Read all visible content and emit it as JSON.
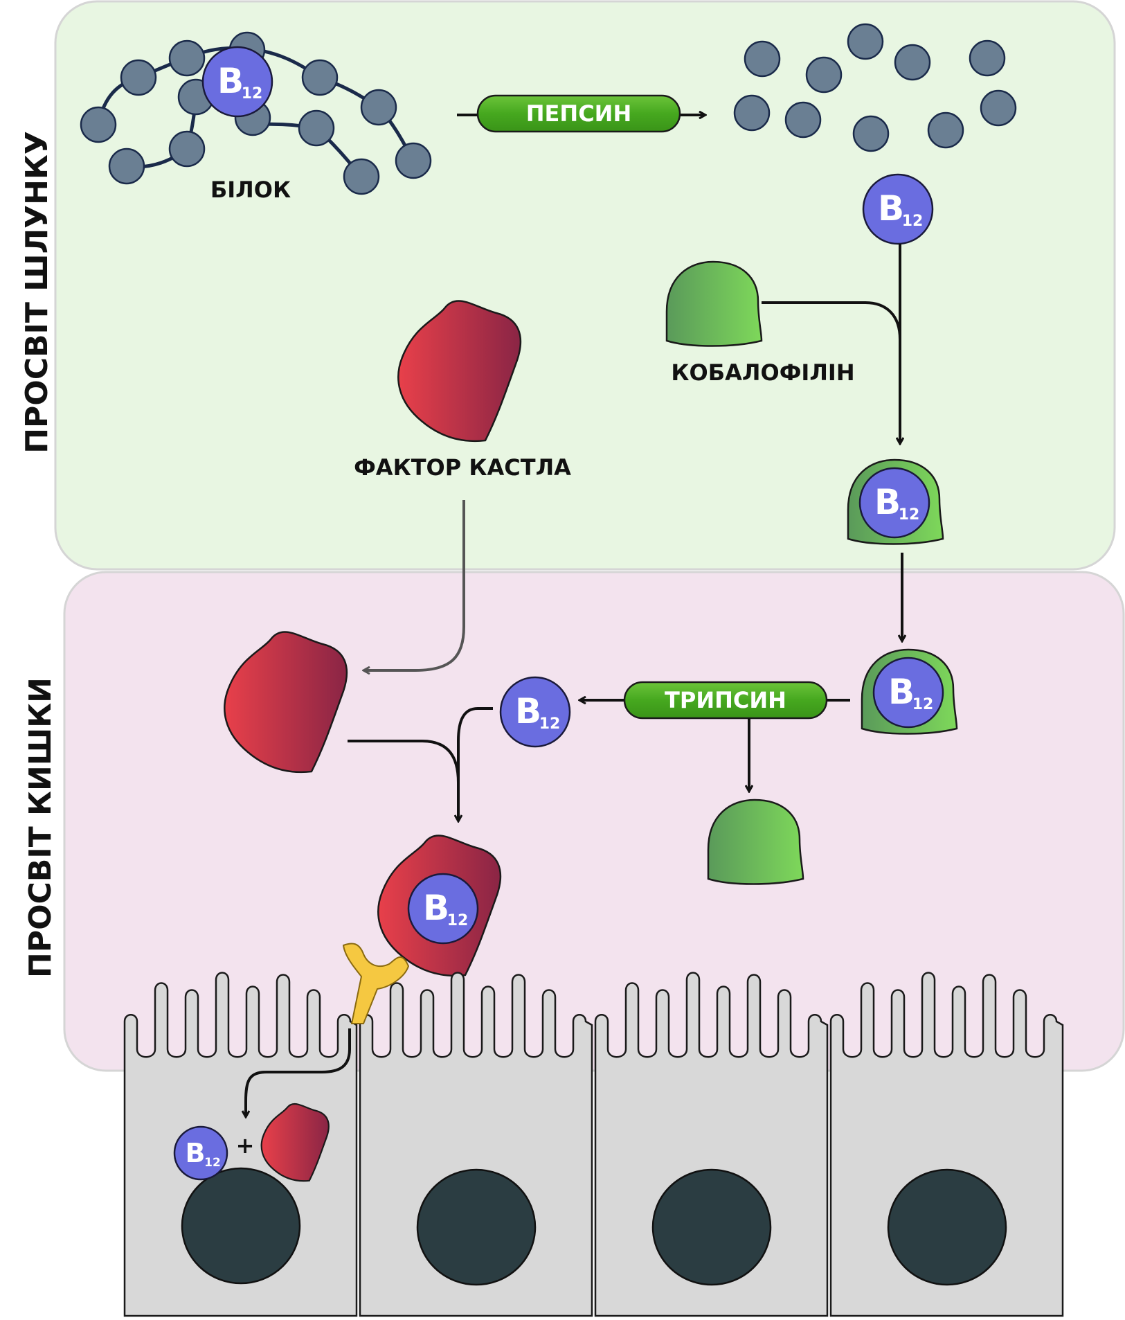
{
  "regions": {
    "stomach": "ПРОСВІТ ШЛУНКУ",
    "intestine": "ПРОСВІТ КИШКИ"
  },
  "labels": {
    "protein": "БІЛОК",
    "cobalophilin": "КОБАЛОФІЛІН",
    "castle_factor": "ФАКТОР КАСТЛА",
    "plus": "+"
  },
  "enzymes": {
    "pepsin": "ПЕПСИН",
    "trypsin": "ТРИПСИН"
  },
  "vitamin": {
    "letter": "B",
    "subscript": "12"
  },
  "colors": {
    "stomach_bg": "#e8f6e2",
    "intestine_bg": "#f3e3ee",
    "b12": "#6a6de0",
    "amino_acid": "#6a7f93",
    "enzyme": "#4aaa23",
    "cobalophilin": "#6cc75a",
    "castle_factor": "#c0353f",
    "receptor": "#f5c841",
    "cell": "#d8d8d8",
    "nucleus": "#2b3d42"
  }
}
